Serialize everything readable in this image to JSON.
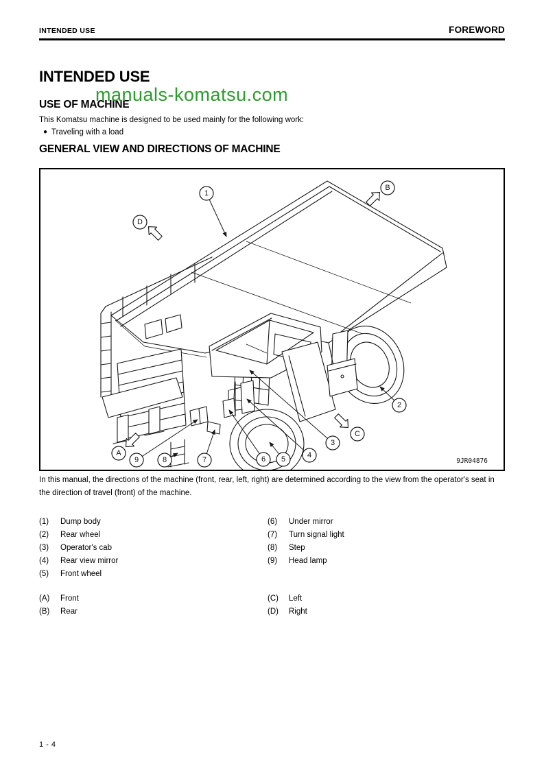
{
  "header": {
    "section": "INTENDED USE",
    "book": "FOREWORD"
  },
  "title": "INTENDED USE",
  "watermark": {
    "text": "manuals-komatsu.com",
    "color": "#2d9b2d"
  },
  "use_of_machine": {
    "heading": "USE OF MACHINE",
    "intro": "This Komatsu machine is designed to be used mainly for the following work:",
    "bullet": "Traveling with a load"
  },
  "general_view": {
    "heading": "GENERAL VIEW AND DIRECTIONS OF MACHINE",
    "figure_code": "9JR04876",
    "caption": "In this manual, the directions of the machine (front, rear, left, right) are determined according to the view from the operator's seat in the direction of travel (front) of the machine."
  },
  "callouts": {
    "n1": "1",
    "n2": "2",
    "n3": "3",
    "n4": "4",
    "n5": "5",
    "n6": "6",
    "n7": "7",
    "n8": "8",
    "n9": "9",
    "A": "A",
    "B": "B",
    "C": "C",
    "D": "D"
  },
  "legend_numbered": [
    {
      "key": "(1)",
      "label": "Dump body"
    },
    {
      "key": "(2)",
      "label": "Rear wheel"
    },
    {
      "key": "(3)",
      "label": "Operator's cab"
    },
    {
      "key": "(4)",
      "label": "Rear view mirror"
    },
    {
      "key": "(5)",
      "label": "Front wheel"
    },
    {
      "key": "(6)",
      "label": "Under mirror"
    },
    {
      "key": "(7)",
      "label": "Turn signal light"
    },
    {
      "key": "(8)",
      "label": "Step"
    },
    {
      "key": "(9)",
      "label": "Head lamp"
    }
  ],
  "legend_lettered": [
    {
      "key": "(A)",
      "label": "Front"
    },
    {
      "key": "(B)",
      "label": "Rear"
    },
    {
      "key": "(C)",
      "label": "Left"
    },
    {
      "key": "(D)",
      "label": "Right"
    }
  ],
  "footer": {
    "page_number": "1 - 4"
  }
}
